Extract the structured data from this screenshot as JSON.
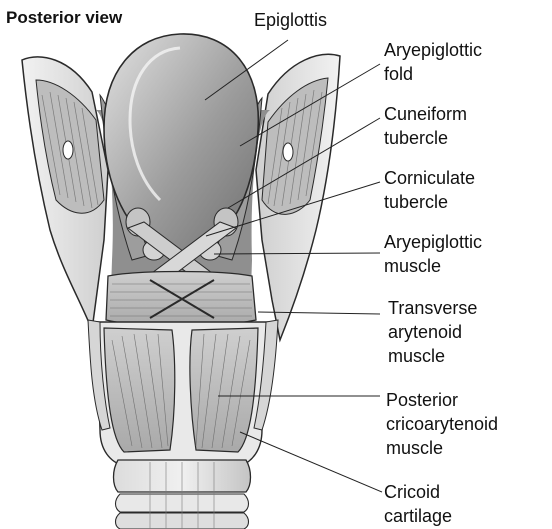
{
  "title": "Posterior view",
  "labels": {
    "epiglottis": [
      "Epiglottis"
    ],
    "aryepiglottic_fold": [
      "Aryepiglottic",
      "fold"
    ],
    "cuneiform_tubercle": [
      "Cuneiform",
      "tubercle"
    ],
    "corniculate_tubercle": [
      "Corniculate",
      "tubercle"
    ],
    "aryepiglottic_muscle": [
      "Aryepiglottic",
      "muscle"
    ],
    "transverse_arytenoid_muscle": [
      "Transverse",
      "arytenoid",
      "muscle"
    ],
    "posterior_cricoarytenoid_muscle": [
      "Posterior",
      "cricoarytenoid",
      "muscle"
    ],
    "cricoid_cartilage": [
      "Cricoid",
      "cartilage"
    ]
  },
  "colors": {
    "outline": "#2a2a2a",
    "cartilage_light": "#e6e6e6",
    "cartilage_mid": "#c9c9c9",
    "muscle": "#bdbdbd",
    "shadow": "#8f8f8f",
    "dark": "#5f5f5f"
  }
}
